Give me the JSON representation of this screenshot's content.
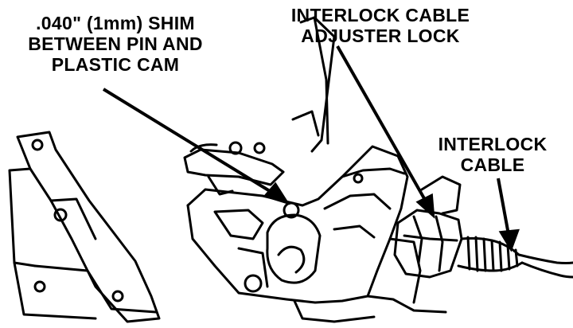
{
  "labels": {
    "shim": {
      "lines": [
        ".040\" (1mm) SHIM",
        "BETWEEN PIN AND",
        "PLASTIC CAM"
      ]
    },
    "adjuster_lock": {
      "lines": [
        "INTERLOCK CABLE",
        "ADJUSTER LOCK"
      ]
    },
    "cable": {
      "lines": [
        "INTERLOCK",
        "CABLE"
      ]
    }
  },
  "colors": {
    "ink": "#000000",
    "paper": "#ffffff"
  }
}
